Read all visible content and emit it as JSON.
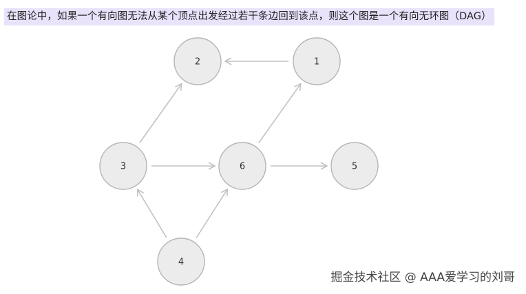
{
  "caption": "在图论中，如果一个有向图无法从某个顶点出发经过若干条边回到该点，则这个图是一个有向无环图（DAG）",
  "watermark": "掘金技术社区 @ AAA爱学习的刘哥",
  "graph": {
    "nodes": [
      {
        "id": "1",
        "label": "1"
      },
      {
        "id": "2",
        "label": "2"
      },
      {
        "id": "3",
        "label": "3"
      },
      {
        "id": "4",
        "label": "4"
      },
      {
        "id": "5",
        "label": "5"
      },
      {
        "id": "6",
        "label": "6"
      }
    ],
    "edges": [
      {
        "from": "1",
        "to": "2"
      },
      {
        "from": "3",
        "to": "2"
      },
      {
        "from": "3",
        "to": "6"
      },
      {
        "from": "6",
        "to": "1"
      },
      {
        "from": "6",
        "to": "5"
      },
      {
        "from": "4",
        "to": "3"
      },
      {
        "from": "4",
        "to": "6"
      }
    ],
    "colors": {
      "node_fill": "#ececec",
      "node_stroke": "#b5b5b5",
      "edge": "#c2c2c2",
      "caption_bg": "#e9e2fb"
    }
  }
}
